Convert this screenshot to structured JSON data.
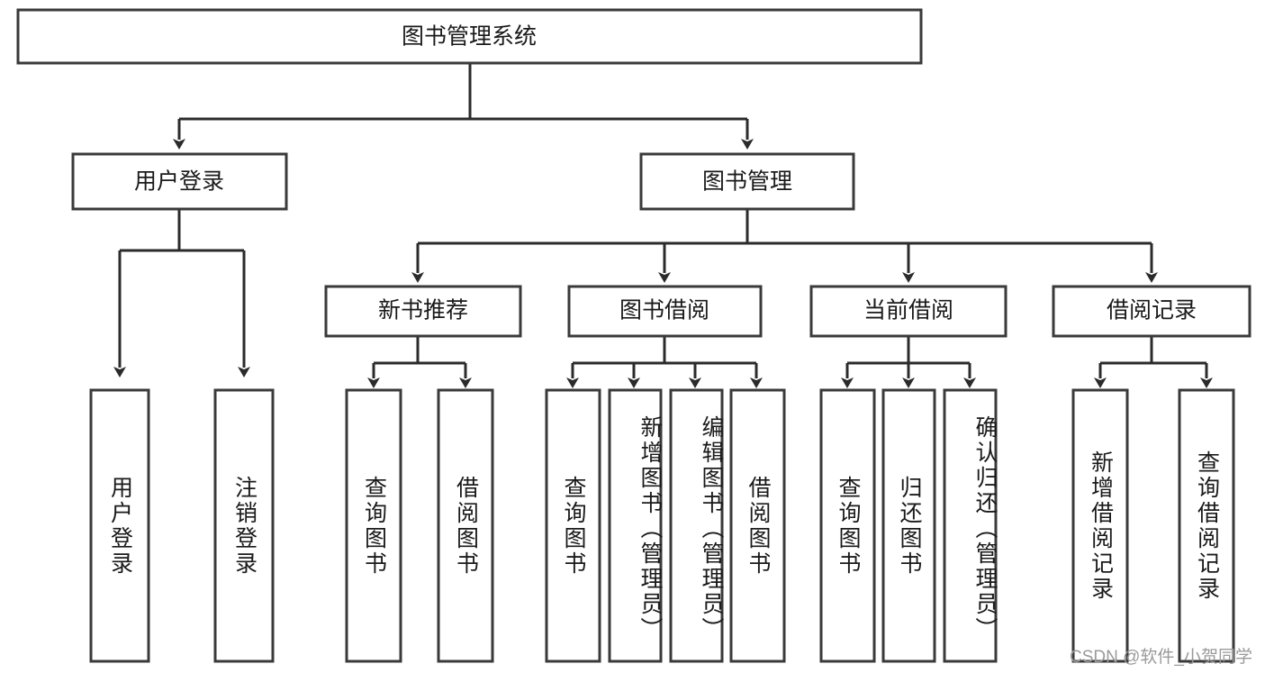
{
  "diagram": {
    "title": "图书管理系统",
    "colors": {
      "box_stroke": "#3a3a3a",
      "connector": "#2b2b2b",
      "text": "#1a1a1a",
      "background": "#ffffff",
      "watermark": "#9a9a9a"
    },
    "root": {
      "label": "图书管理系统"
    },
    "level2": [
      {
        "label": "用户登录"
      },
      {
        "label": "图书管理"
      }
    ],
    "level3": [
      {
        "label": "新书推荐"
      },
      {
        "label": "图书借阅"
      },
      {
        "label": "当前借阅"
      },
      {
        "label": "借阅记录"
      }
    ],
    "leaves": {
      "user_login": [
        {
          "label": "用户登录"
        },
        {
          "label": "注销登录"
        }
      ],
      "new_book": [
        {
          "label": "查询图书"
        },
        {
          "label": "借阅图书"
        }
      ],
      "book_borrow": [
        {
          "label": "查询图书"
        },
        {
          "label": "新增图书（管理员）"
        },
        {
          "label": "编辑图书（管理员）"
        },
        {
          "label": "借阅图书"
        }
      ],
      "current_borrow": [
        {
          "label": "查询图书"
        },
        {
          "label": "归还图书"
        },
        {
          "label": "确认归还（管理员）"
        }
      ],
      "borrow_record": [
        {
          "label": "新增借阅记录"
        },
        {
          "label": "查询借阅记录"
        }
      ]
    },
    "watermark": "CSDN @软件_小贺同学"
  }
}
